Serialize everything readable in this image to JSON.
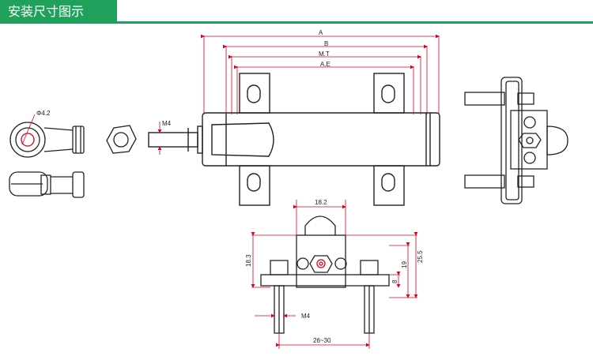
{
  "header": {
    "title": "安装尺寸图示"
  },
  "colors": {
    "accent": "#1fa15c",
    "dimension": "#d9001b",
    "outline": "#222222"
  },
  "labels": {
    "a": "A",
    "b": "B",
    "mt": "M.T",
    "ae": "A.E",
    "phi": "Φ4.2",
    "m4_top": "M4",
    "m4_bottom": "M4",
    "w18_2": "18.2",
    "h18_3": "18.3",
    "h19": "19",
    "h25_5": "25.5",
    "h8": "8",
    "w26_30": "26~30"
  }
}
